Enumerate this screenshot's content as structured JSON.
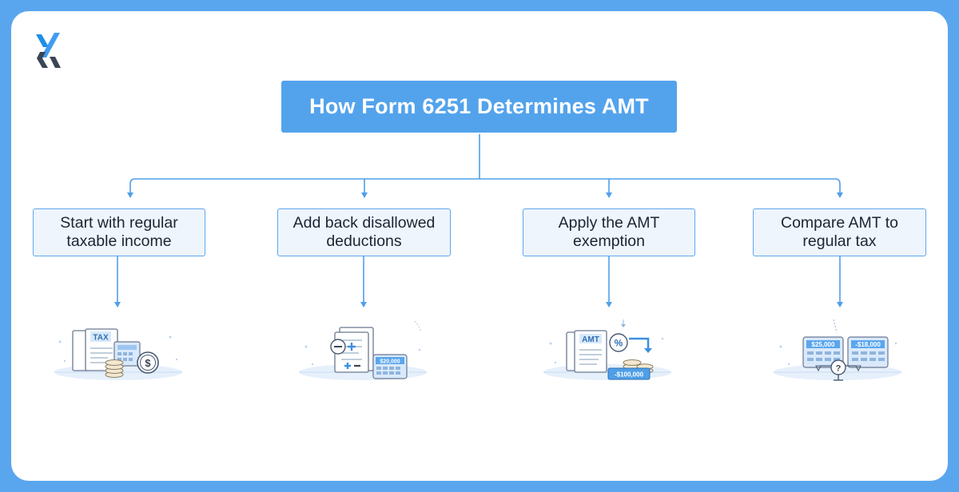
{
  "title": "How Form 6251 Determines AMT",
  "steps": [
    {
      "label": "Start with regular\ntaxable income",
      "illustration": "tax-form-coins-dollar"
    },
    {
      "label": "Add back disallowed\ndeductions",
      "illustration": "plus-minus-calculator"
    },
    {
      "label": "Apply the AMT\nexemption",
      "illustration": "amt-form-percent-coins"
    },
    {
      "label": "Compare AMT to\nregular tax",
      "illustration": "comparison-scale"
    }
  ],
  "illustrations": {
    "tax_label": "TAX",
    "calc_amount": "$20,000",
    "amt_label": "AMT",
    "exemption_amount": "-$100,000",
    "compare_left": "$25,000",
    "compare_right": "-$18,000"
  },
  "colors": {
    "background": "#5aa6ee",
    "accent": "#53a3ec",
    "step_fill": "#eef5fd",
    "text": "#1d2433"
  }
}
